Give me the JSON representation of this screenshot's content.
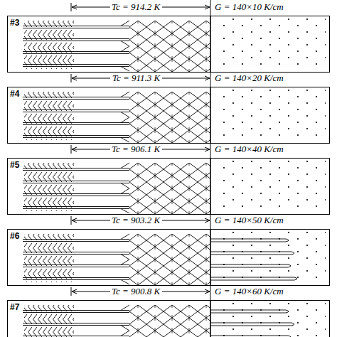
{
  "diagram": {
    "nodes": [
      {
        "text": [
          "#3"
        ]
      },
      {
        "text": [
          "#4"
        ]
      },
      {
        "text": [
          "#5"
        ]
      },
      {
        "text": [
          "#6"
        ]
      },
      {
        "text": [
          "#7"
        ]
      }
    ],
    "labels": [
      "Tc = 914.2 K",
      "G = 140×10 K/cm",
      "Tc = 911.3 K",
      "G = 140×20 K/cm",
      "Tc = 906.1 K",
      "G = 140×40 K/cm",
      "Tc = 903.2 K",
      "G = 140×50 K/cm",
      "Tc = 900.8 K",
      "G = 140×60 K/cm"
    ]
  }
}
